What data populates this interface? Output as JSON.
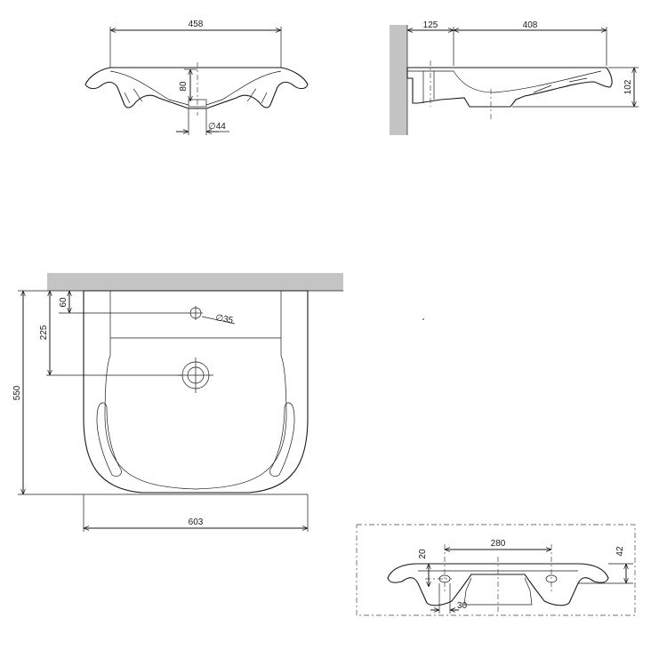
{
  "colors": {
    "wall": "#c4c4c4",
    "line": "#1a1a1a",
    "background": "#ffffff"
  },
  "front_view": {
    "width": "458",
    "depth": "80",
    "drain_diameter": "∅44"
  },
  "side_view": {
    "wall_offset": "125",
    "length": "408",
    "height": "102"
  },
  "top_view": {
    "tap_offset": "60",
    "tap_hole": "∅35",
    "drain_offset": "225",
    "total_depth": "550",
    "total_width": "603"
  },
  "rear_view": {
    "bracket_spacing": "280",
    "slot_height": "20",
    "slot_width": "30",
    "rim_height": "42"
  }
}
